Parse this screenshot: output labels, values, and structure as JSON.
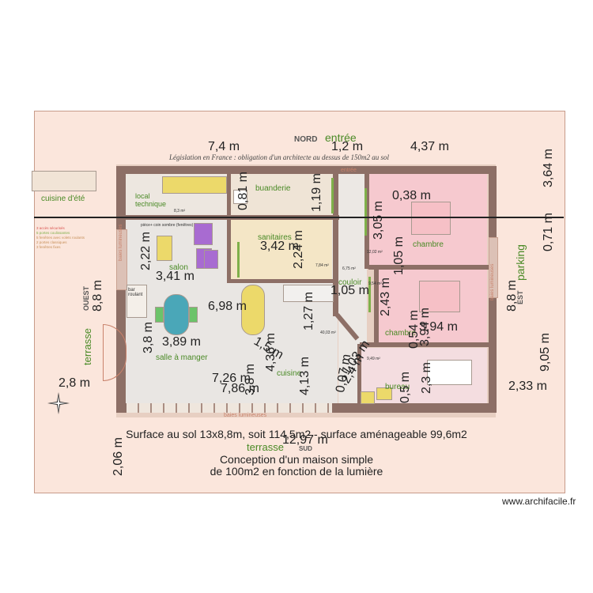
{
  "plan": {
    "north_label": "NORD",
    "entrance_label": "entrée",
    "legislation_note": "Législation en France : obligation d'un architecte au dessus de 150m2 au sol",
    "ouest_label": "OUEST",
    "est_label": "EST",
    "sud_label": "SUD",
    "parking_label": "parking",
    "terrasse_west_label": "terrasse",
    "terrasse_south_label": "terrasse",
    "watermark": "www.archifacile.fr"
  },
  "rooms": {
    "cuisine_ete": "cuisine d'été",
    "local_technique": "local technique",
    "local_technique_area": "8,3 m²",
    "buanderie": "buanderie",
    "sanitaires": "sanitaires",
    "salon": "salon",
    "salle_a_manger": "salle à manger",
    "cuisine": "cuisine",
    "couloir": "couloir",
    "chambre1": "chambre",
    "chambre2": "chambre",
    "bureau": "bureau",
    "bar_roulant": "bar roulant",
    "salon_note": "pièce+ coin sombre (fenêtres)",
    "entree_small": "entrée",
    "baies_west": "baies lumineuses",
    "baies_south": "baies lumineuses",
    "baies_east": "baies lumineuses"
  },
  "areas": {
    "a1": "7,84 m²",
    "a2": "6,75 m²",
    "a3": "12,02 m²",
    "a4": "9,54 m²",
    "a5": "40,03 m²",
    "a6": "9,49 m²"
  },
  "legend": [
    {
      "text": "3 accès sécurisés",
      "color": "#d9534f"
    },
    {
      "text": "5 portes coulissantes",
      "color": "#7fb04a"
    },
    {
      "text": "5 fenêtres avec volets roulants",
      "color": "#c7905a"
    },
    {
      "text": "2 portes classiques",
      "color": "#c7905a"
    },
    {
      "text": "3 fenêtres fixes",
      "color": "#c7905a"
    }
  ],
  "dimensions": {
    "d1": "7,4 m",
    "d2": "1,2 m",
    "d3": "4,37 m",
    "d4": "3,64 m",
    "d5": "0,38 m",
    "d6": "0,81 m",
    "d7": "1,19 m",
    "d8": "3,05 m",
    "d9": "0,71 m",
    "d10": "2,22 m",
    "d11": "3,42 m",
    "d12": "2,24 m",
    "d13": "1,05 m",
    "d14": "3,41 m",
    "d15": "8,8 m",
    "d16": "1,05 m",
    "d17": "8,8 m",
    "d18": "6,98 m",
    "d19": "1,27 m",
    "d20": "2,43 m",
    "d21": "3,94 m",
    "d22": "3,8 m",
    "d23": "3,89 m",
    "d24": "1,5 m",
    "d25": "4,36 m",
    "d26": "1,03 m",
    "d27": "0,54 m",
    "d28": "3,94 m",
    "d29": "4,13 m",
    "d30": "9,05 m",
    "d31": "2,8 m",
    "d32": "7,26 m",
    "d33": "7,86 m",
    "d34": "3,8 m",
    "d35": "0,07 m",
    "d36": "2,4 m",
    "d37": "2,3 m",
    "d38": "0,5 m",
    "d39": "2,33 m",
    "d40": "12,97 m",
    "d41": "2,06 m"
  },
  "captions": {
    "surface": "Surface au sol 13x8,8m, soit 114,5m2 - surface aménageable  99,6m2",
    "title_line1": "Conception d'un maison simple",
    "title_line2": "de 100m2 en fonction de la lumière"
  },
  "colors": {
    "sheet": "#fbe6dc",
    "wall": "#8d6f66",
    "room_green": "#4a8a26",
    "bedroom_pink": "#f6c9cf",
    "furniture_yellow": "#ecd96a",
    "furniture_purple": "#a86bd1",
    "furniture_teal": "#4aa7b8",
    "sliding_door_green": "#7fb04a"
  }
}
